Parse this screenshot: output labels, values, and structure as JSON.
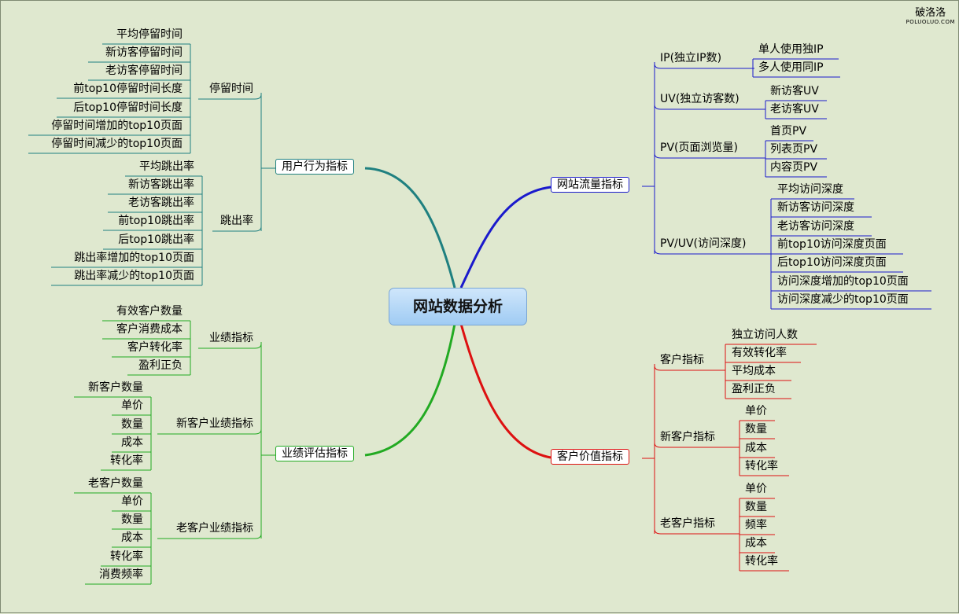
{
  "center": "网站数据分析",
  "watermark": {
    "name": "破洛洛",
    "site": "POLUOLUO.COM"
  },
  "colors": {
    "traffic": "#1a1acc",
    "value": "#dd1111",
    "behavior": "#1f8080",
    "perf": "#22aa22"
  },
  "branches": {
    "traffic": {
      "label": "网站流量指标",
      "groups": [
        {
          "label": "IP(独立IP数)",
          "items": [
            "单人使用独IP",
            "多人使用同IP"
          ]
        },
        {
          "label": "UV(独立访客数)",
          "items": [
            "新访客UV",
            "老访客UV"
          ]
        },
        {
          "label": "PV(页面浏览量)",
          "items": [
            "首页PV",
            "列表页PV",
            "内容页PV"
          ]
        },
        {
          "label": "PV/UV(访问深度)",
          "items": [
            "平均访问深度",
            "新访客访问深度",
            "老访客访问深度",
            "前top10访问深度页面",
            "后top10访问深度页面",
            "访问深度增加的top10页面",
            "访问深度减少的top10页面"
          ]
        }
      ]
    },
    "value": {
      "label": "客户价值指标",
      "groups": [
        {
          "label": "客户指标",
          "items": [
            "独立访问人数",
            "有效转化率",
            "平均成本",
            "盈利正负"
          ]
        },
        {
          "label": "新客户指标",
          "items": [
            "单价",
            "数量",
            "成本",
            "转化率"
          ]
        },
        {
          "label": "老客户指标",
          "items": [
            "单价",
            "数量",
            "频率",
            "成本",
            "转化率"
          ]
        }
      ]
    },
    "behavior": {
      "label": "用户行为指标",
      "groups": [
        {
          "label": "停留时间",
          "items": [
            "平均停留时间",
            "新访客停留时间",
            "老访客停留时间",
            "前top10停留时间长度",
            "后top10停留时间长度",
            "停留时间增加的top10页面",
            "停留时间减少的top10页面"
          ]
        },
        {
          "label": "跳出率",
          "items": [
            "平均跳出率",
            "新访客跳出率",
            "老访客跳出率",
            "前top10跳出率",
            "后top10跳出率",
            "跳出率增加的top10页面",
            "跳出率减少的top10页面"
          ]
        }
      ]
    },
    "perf": {
      "label": "业绩评估指标",
      "groups": [
        {
          "label": "业绩指标",
          "items": [
            "有效客户数量",
            "客户消费成本",
            "客户转化率",
            "盈利正负"
          ]
        },
        {
          "label": "新客户业绩指标",
          "items": [
            "新客户数量",
            "单价",
            "数量",
            "成本",
            "转化率"
          ]
        },
        {
          "label": "老客户业绩指标",
          "items": [
            "老客户数量",
            "单价",
            "数量",
            "成本",
            "转化率",
            "消费频率"
          ]
        }
      ]
    }
  }
}
